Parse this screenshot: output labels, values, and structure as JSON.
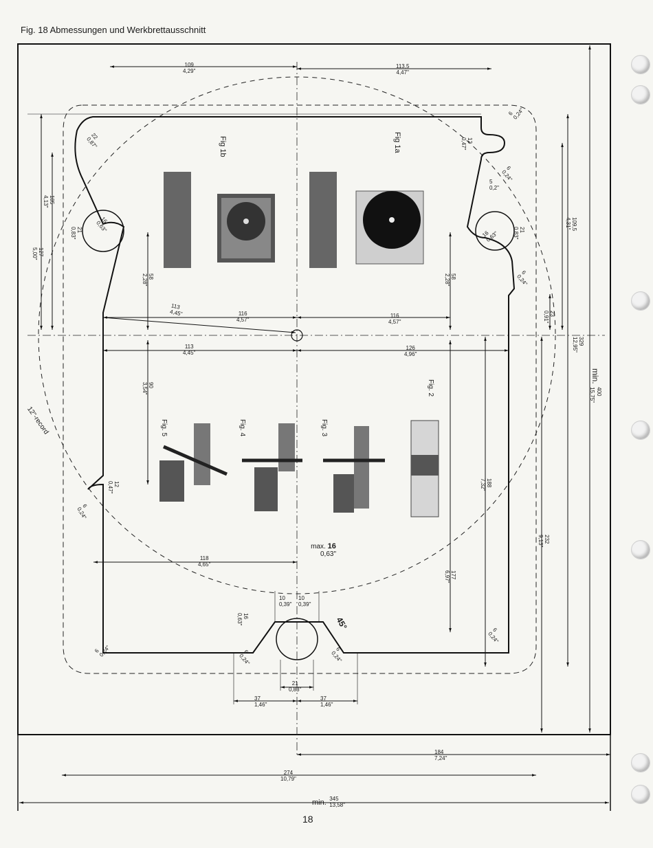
{
  "figure_title": "Fig. 18  Abmessungen und Werkbrettausschnitt",
  "page_number": "18",
  "figure_labels": {
    "fig1a": "Fig 1a",
    "fig1b": "Fig 1b",
    "fig2": "Fig. 2",
    "fig3": "Fig. 3",
    "fig4": "Fig. 4",
    "fig5": "Fig. 5",
    "record": "12\"-record"
  },
  "dimensions": {
    "top_left": [
      "109",
      "4,29\""
    ],
    "top_right": [
      "113,5",
      "4,47\""
    ],
    "r22": [
      "22",
      "0,87\""
    ],
    "r6_top": [
      "6",
      "0,24\""
    ],
    "w12_top": [
      "12",
      "0,47\""
    ],
    "r6_top2": [
      "6",
      "0,24\""
    ],
    "d5": [
      "5",
      "0,2\""
    ],
    "d105": [
      "105",
      "4,13\""
    ],
    "d127": [
      "127",
      "5,00\""
    ],
    "d21_left": [
      "21",
      "0,83\""
    ],
    "r16_left": [
      "16",
      "0,63\""
    ],
    "d58_left": [
      "58",
      "2,28\""
    ],
    "d109_5": [
      "109,5",
      "4,31\""
    ],
    "d21_right": [
      "21",
      "0,83\""
    ],
    "r16_right": [
      "16",
      "0,63\""
    ],
    "d58_right": [
      "58",
      "2,28\""
    ],
    "r6_right": [
      "6",
      "0,24\""
    ],
    "r113": [
      "113",
      "4,45\""
    ],
    "d116_left": [
      "116",
      "4,57\""
    ],
    "d116_right": [
      "116",
      "4,57\""
    ],
    "d23": [
      "23",
      "0,91\""
    ],
    "d329": [
      "329",
      "12,95\""
    ],
    "d113": [
      "113",
      "4,45\""
    ],
    "d126": [
      "126",
      "4,96\""
    ],
    "d90": [
      "90",
      "3,54\""
    ],
    "d400_min": "min.",
    "d400": [
      "400",
      "15,75\""
    ],
    "d188": [
      "188",
      "7,32\""
    ],
    "d232": [
      "232",
      "9,13\""
    ],
    "w12_left": [
      "12",
      "0,47\""
    ],
    "r6_left": [
      "6",
      "0,24\""
    ],
    "max_label": "max.",
    "max_val": [
      "16",
      "0,63\""
    ],
    "d118": [
      "118",
      "4,65\""
    ],
    "d177": [
      "177",
      "6,97\""
    ],
    "d10_left": [
      "10",
      "0,39\""
    ],
    "d10_right": [
      "10",
      "0,39\""
    ],
    "r16_bottom": [
      "16",
      "0,63\""
    ],
    "angle45": "45°",
    "r6_bl": [
      "6",
      "0,24\""
    ],
    "r6_b1": [
      "6",
      "0,24\""
    ],
    "r6_b2": [
      "6",
      "0,24\""
    ],
    "r6_br": [
      "6",
      "0,24\""
    ],
    "d21_bottom": [
      "21",
      "0,83\""
    ],
    "d37_left": [
      "37",
      "1,46\""
    ],
    "d37_right": [
      "37",
      "1,46\""
    ],
    "d184": [
      "184",
      "7,24\""
    ],
    "d274": [
      "274",
      "10,79\""
    ],
    "d345_min": "min.",
    "d345": [
      "345",
      "13,58\""
    ]
  }
}
